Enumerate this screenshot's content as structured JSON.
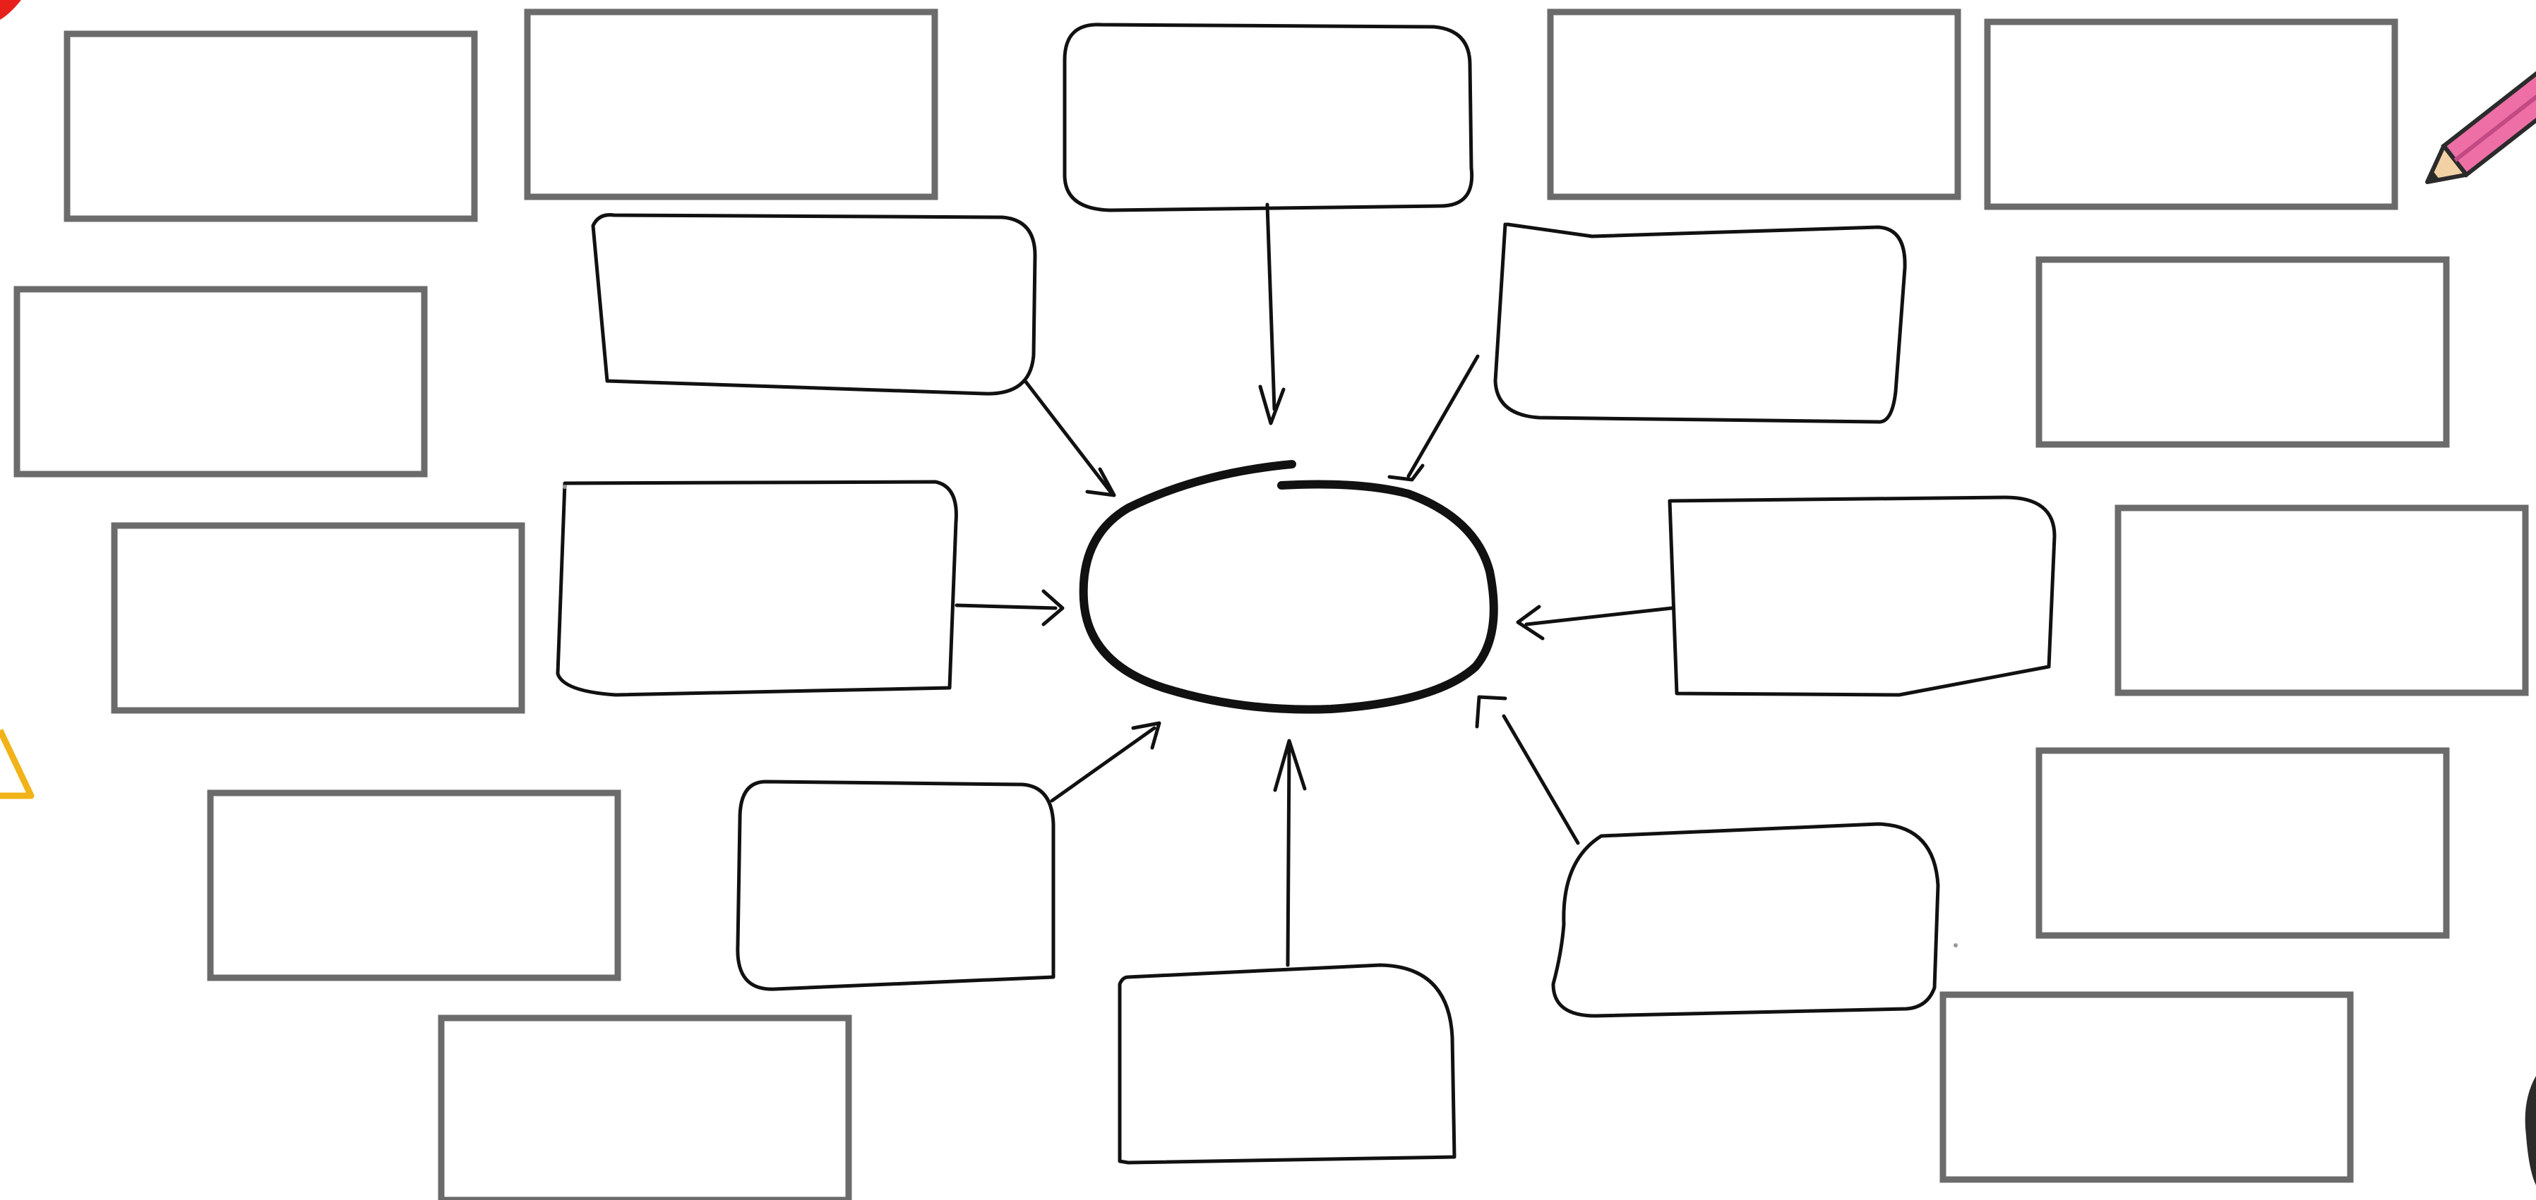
{
  "colors": {
    "background": "#ffffff",
    "gray_box_stroke": "#6b6b6b",
    "sketch_stroke": "#111111",
    "corner_red": "#e8201c",
    "corner_triangle": "#f2b318",
    "pencil_pink": "#ee6fa6",
    "pencil_wood": "#f2d2a5",
    "pencil_dark": "#2b2b2b"
  },
  "diagram": {
    "center_node": {
      "label": ""
    },
    "sketch_boxes": [
      {
        "id": "top",
        "label": ""
      },
      {
        "id": "upper-left",
        "label": ""
      },
      {
        "id": "upper-right",
        "label": ""
      },
      {
        "id": "left",
        "label": ""
      },
      {
        "id": "right",
        "label": ""
      },
      {
        "id": "lower-left",
        "label": ""
      },
      {
        "id": "bottom",
        "label": ""
      },
      {
        "id": "lower-right",
        "label": ""
      }
    ],
    "answer_boxes": [
      {
        "id": "a1",
        "label": ""
      },
      {
        "id": "a2",
        "label": ""
      },
      {
        "id": "a3",
        "label": ""
      },
      {
        "id": "a4",
        "label": ""
      },
      {
        "id": "a5",
        "label": ""
      },
      {
        "id": "a6",
        "label": ""
      },
      {
        "id": "a7",
        "label": ""
      },
      {
        "id": "a8",
        "label": ""
      },
      {
        "id": "a9",
        "label": ""
      },
      {
        "id": "a10",
        "label": ""
      },
      {
        "id": "a11",
        "label": ""
      },
      {
        "id": "a12",
        "label": ""
      }
    ],
    "icons": [
      "corner-red-shape-icon",
      "warning-triangle-icon",
      "pencil-icon",
      "corner-dark-shape-icon"
    ]
  }
}
